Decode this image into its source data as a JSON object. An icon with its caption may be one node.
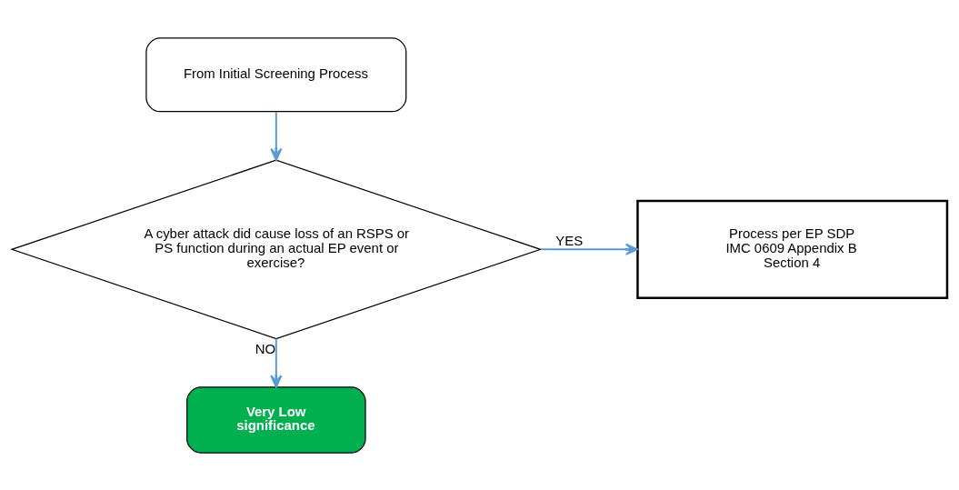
{
  "diagram": {
    "nodes": [
      {
        "text": [
          "From Initial Screening Process"
        ]
      },
      {
        "text": [
          "A cyber attack did cause loss of an RSPS or PS function during an actual EP event or exercise?"
        ]
      },
      {
        "text": [
          "Process per EP SDP",
          "IMC 0609 Appendix B",
          "Section 4"
        ]
      },
      {
        "text": [
          "Very Low significance"
        ]
      }
    ],
    "edges": [
      {
        "from": 0,
        "to": 1,
        "arrow": "to"
      },
      {
        "from": 1,
        "to": 2,
        "arrow": "to",
        "label": "YES"
      },
      {
        "from": 1,
        "to": 3,
        "arrow": "to",
        "label": "NO"
      }
    ]
  }
}
